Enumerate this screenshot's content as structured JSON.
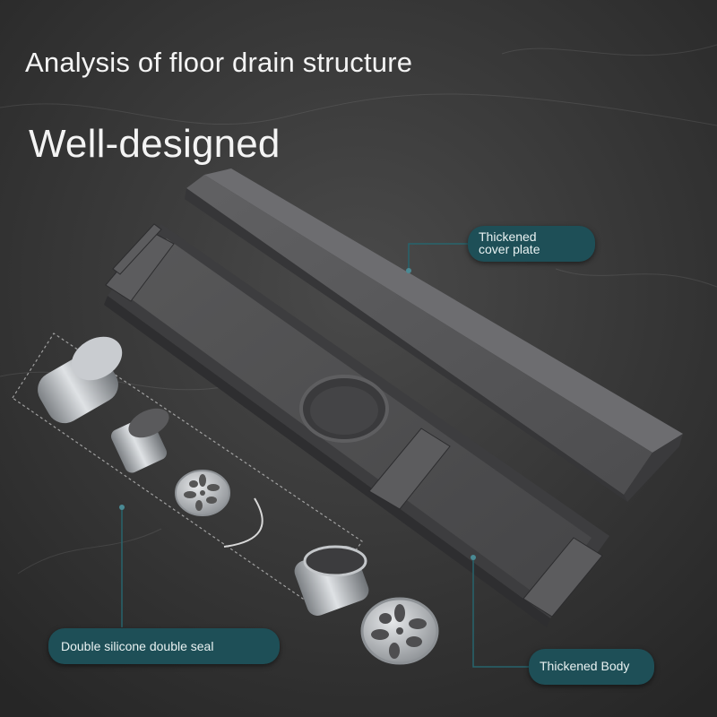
{
  "heading": "Analysis of floor drain structure",
  "subheading": "Well-designed",
  "callouts": {
    "cover_plate": {
      "line1": "Thickened",
      "line2": "cover plate"
    },
    "seal": "Double silicone double seal",
    "body": "Thickened Body"
  },
  "colors": {
    "background": "#3a3a3a",
    "callout_fill": "#1e4f57",
    "callout_text": "#e9f2f2",
    "metal_dark": "#4a4a4c",
    "metal_light": "#6a6a6c",
    "steel": "#b8bcc0"
  }
}
